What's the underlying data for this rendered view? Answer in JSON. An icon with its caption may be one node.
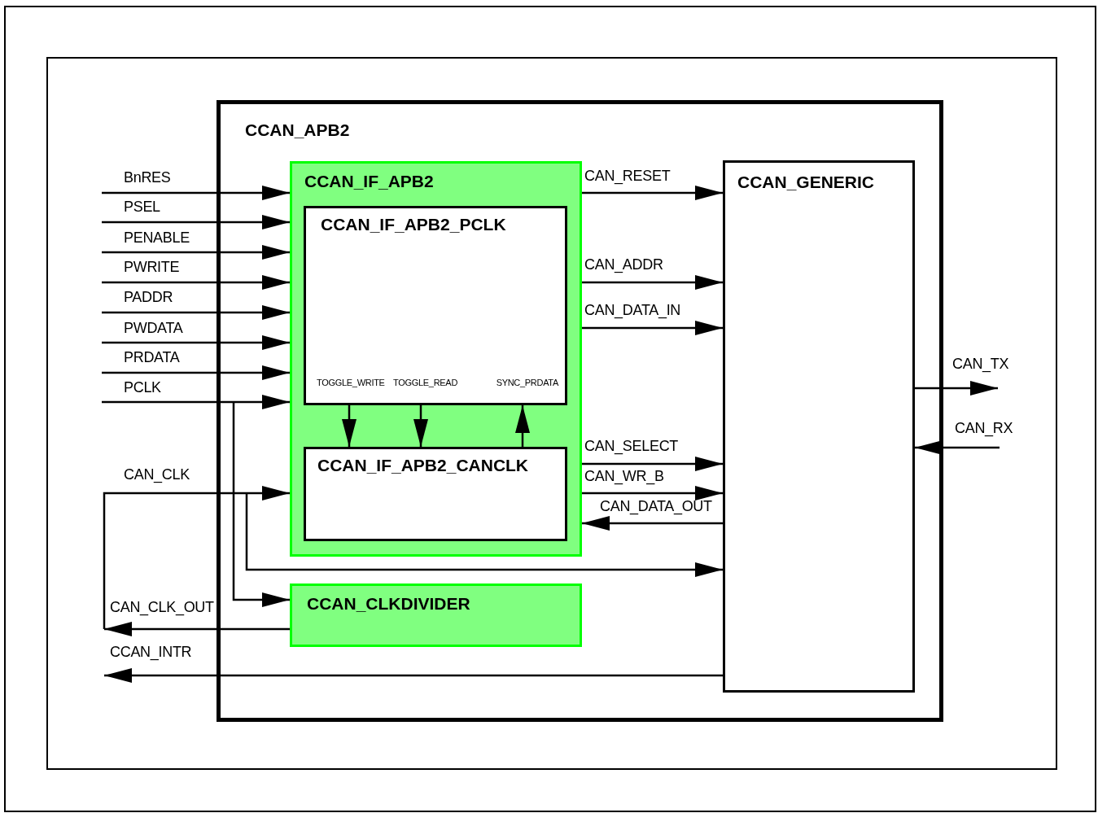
{
  "diagram": {
    "nodes": [
      {
        "text": [
          "CCAN_APB2"
        ]
      },
      {
        "text": [
          "CCAN_IF_APB2"
        ],
        "in": 0
      },
      {
        "text": [
          "CCAN_IF_APB2_PCLK",
          "TOGGLE_WRITE",
          "TOGGLE_READ",
          "SYNC_PRDATA"
        ],
        "in": 1
      },
      {
        "text": [
          "CCAN_IF_APB2_CANCLK"
        ],
        "in": 1
      },
      {
        "text": [
          "CCAN_GENERIC"
        ],
        "in": 0
      },
      {
        "text": [
          "CCAN_CLKDIVIDER"
        ],
        "in": 0
      }
    ],
    "edges": [
      {
        "from": null,
        "to": 1,
        "arrow": "to",
        "label": "BnRES"
      },
      {
        "from": null,
        "to": 1,
        "arrow": "to",
        "label": "PSEL"
      },
      {
        "from": null,
        "to": 1,
        "arrow": "to",
        "label": "PENABLE"
      },
      {
        "from": null,
        "to": 1,
        "arrow": "to",
        "label": "PWRITE"
      },
      {
        "from": null,
        "to": 1,
        "arrow": "to",
        "label": "PADDR"
      },
      {
        "from": null,
        "to": 1,
        "arrow": "to",
        "label": "PWDATA"
      },
      {
        "from": null,
        "to": 1,
        "arrow": "to",
        "label": "PRDATA"
      },
      {
        "from": null,
        "to": 1,
        "arrow": "to",
        "label": "PCLK"
      },
      {
        "from": null,
        "to": 5,
        "arrow": "to"
      },
      {
        "from": null,
        "to": 1,
        "arrow": "to",
        "label": "CAN_CLK"
      },
      {
        "from": null,
        "to": 4,
        "arrow": "to"
      },
      {
        "from": 5,
        "to": null,
        "arrow": "to",
        "label": "CAN_CLK_OUT"
      },
      {
        "from": 4,
        "to": null,
        "arrow": "to",
        "label": "CCAN_INTR"
      },
      {
        "from": 1,
        "to": 4,
        "arrow": "to",
        "label": "CAN_RESET"
      },
      {
        "from": 1,
        "to": 4,
        "arrow": "to",
        "label": "CAN_ADDR"
      },
      {
        "from": 1,
        "to": 4,
        "arrow": "to",
        "label": "CAN_DATA_IN"
      },
      {
        "from": 1,
        "to": 4,
        "arrow": "to",
        "label": "CAN_SELECT"
      },
      {
        "from": 1,
        "to": 4,
        "arrow": "to",
        "label": "CAN_WR_B"
      },
      {
        "from": 4,
        "to": 1,
        "arrow": "to",
        "label": "CAN_DATA_OUT"
      },
      {
        "from": 4,
        "to": null,
        "arrow": "to",
        "label": "CAN_TX"
      },
      {
        "from": null,
        "to": 4,
        "arrow": "to",
        "label": "CAN_RX"
      },
      {
        "from": 2,
        "to": 3,
        "arrow": "to"
      },
      {
        "from": 2,
        "to": 3,
        "arrow": "to"
      },
      {
        "from": 3,
        "to": 2,
        "arrow": "to"
      }
    ]
  }
}
